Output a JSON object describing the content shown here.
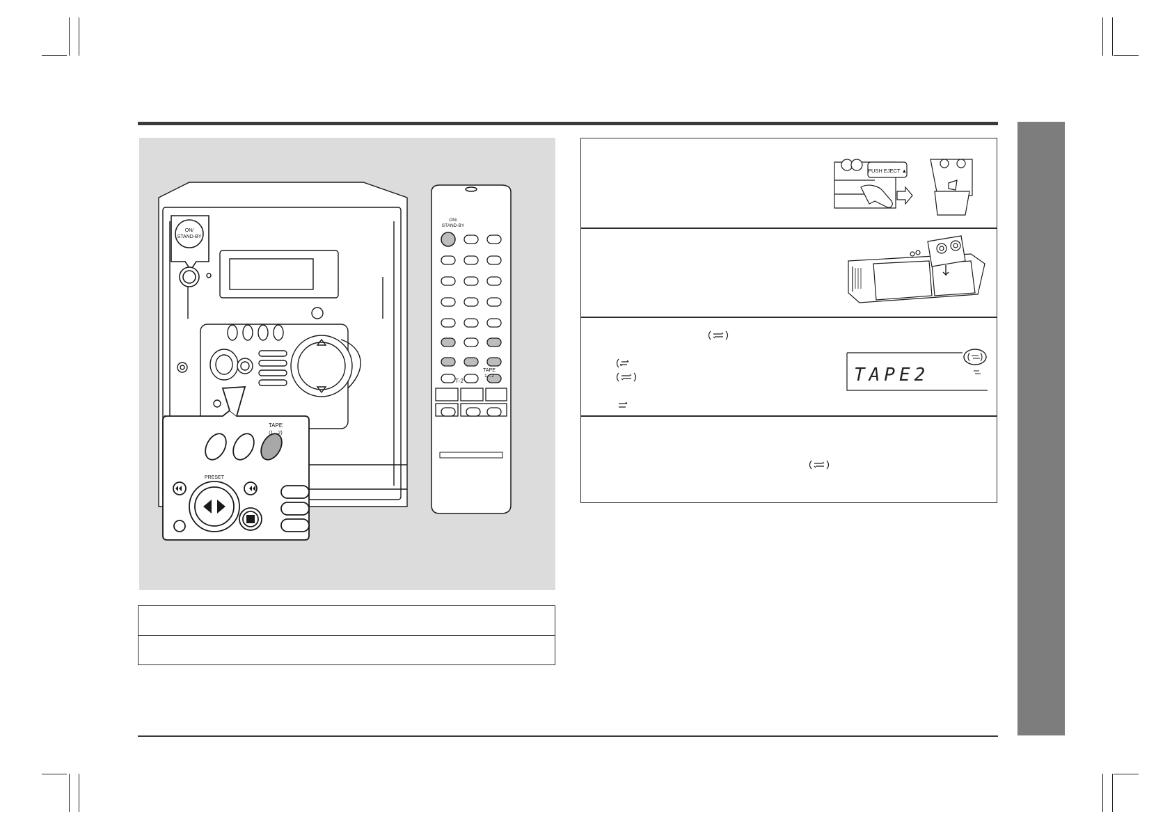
{
  "main_unit": {
    "on_standby_label": "ON/\nSTAND-BY",
    "tape_label": "TAPE",
    "tape_sub": "(1↔2)",
    "preset_label": "PRESET"
  },
  "remote": {
    "on_standby_label": "ON/\nSTAND-BY",
    "t2_label": "T-2",
    "tape_label": "TAPE",
    "tape_sub": "1↔2"
  },
  "steps": {
    "step1": {
      "push_eject_label": "PUSH EJECT ▲"
    },
    "step3": {
      "display_text": "TAPE2"
    }
  },
  "icons": {
    "reverse_mode": "reverse-mode-icon",
    "power": "power-icon",
    "push_eject": "eject-icon"
  }
}
